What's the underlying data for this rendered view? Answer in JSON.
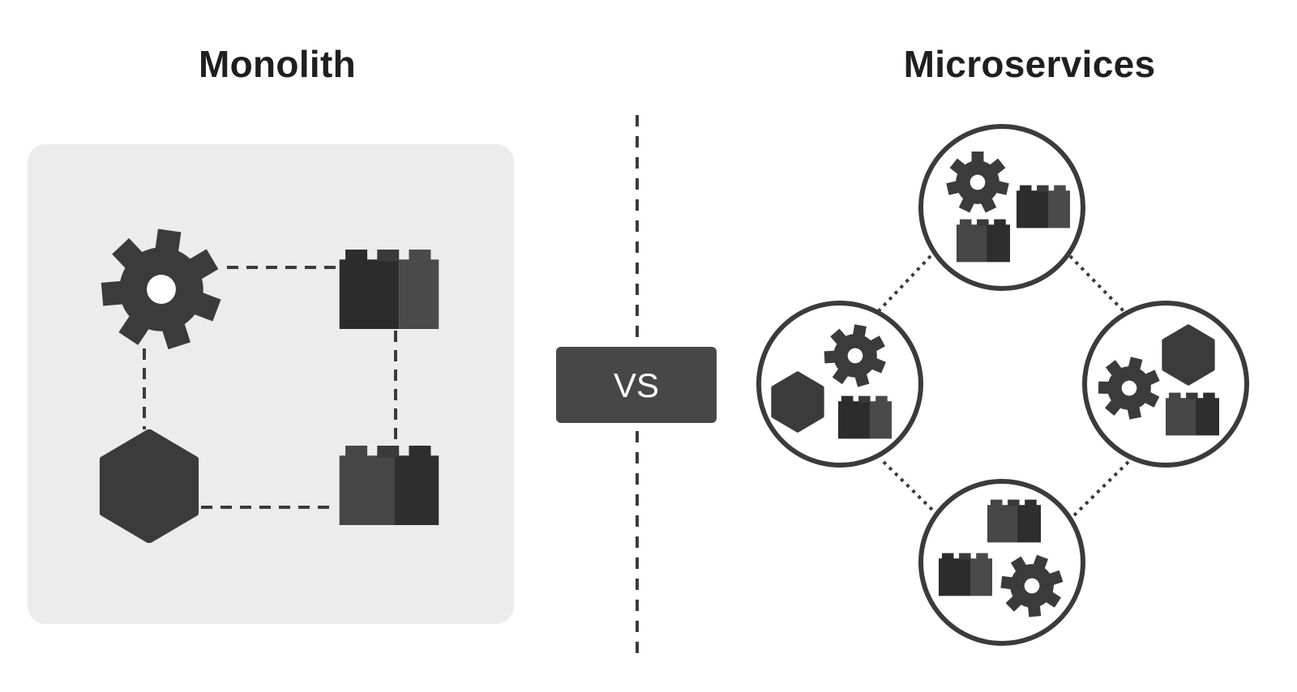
{
  "headings": {
    "left": "Monolith",
    "right": "Microservices"
  },
  "divider": {
    "label": "VS"
  },
  "icons": {
    "gear": "gear-icon",
    "block": "lego-block-icon",
    "hexagon": "hexagon-icon"
  },
  "colors": {
    "ink": "#3b3b3b",
    "ink_dark": "#2c2c2c",
    "ink_light": "#4d4d4d",
    "panel": "#ededed",
    "badge": "#474747"
  }
}
